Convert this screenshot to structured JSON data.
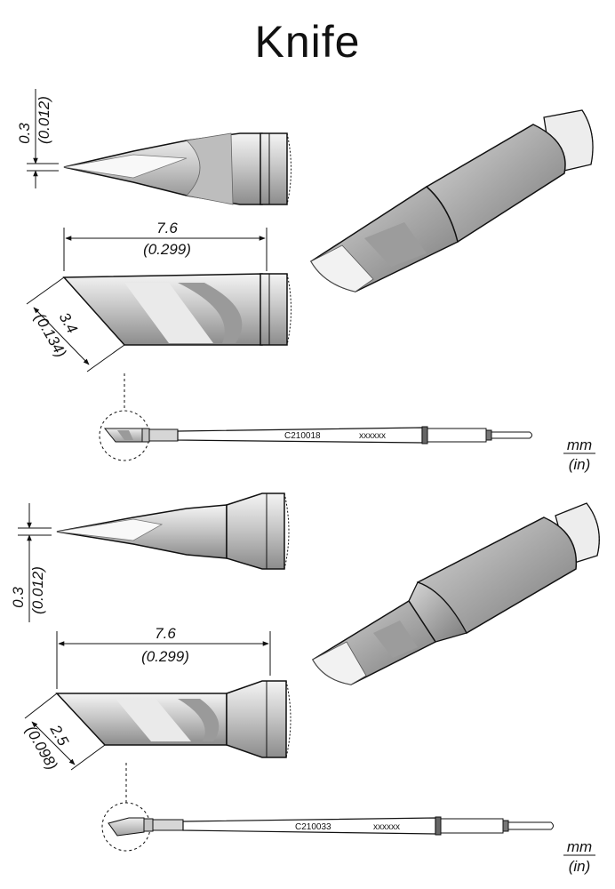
{
  "title": "Knife",
  "tips": [
    {
      "tip_thickness": "0.3",
      "tip_thickness_in": "(0.012)",
      "blade_length": "7.6",
      "blade_length_in": "(0.299)",
      "blade_width": "3.4",
      "blade_width_in": "(0.134)",
      "part_number": "C210018",
      "suffix": "xxxxxx",
      "unit_mm": "mm",
      "unit_in": "(in)"
    },
    {
      "tip_thickness": "0.3",
      "tip_thickness_in": "(0.012)",
      "blade_length": "7.6",
      "blade_length_in": "(0.299)",
      "blade_width": "2.5",
      "blade_width_in": "(0.098)",
      "part_number": "C210033",
      "suffix": "xxxxxx",
      "unit_mm": "mm",
      "unit_in": "(in)"
    }
  ],
  "colors": {
    "metal_light": "#e4e4e4",
    "metal_mid": "#b4b4b4",
    "metal_dark": "#8a8a8a",
    "line": "#111111"
  }
}
